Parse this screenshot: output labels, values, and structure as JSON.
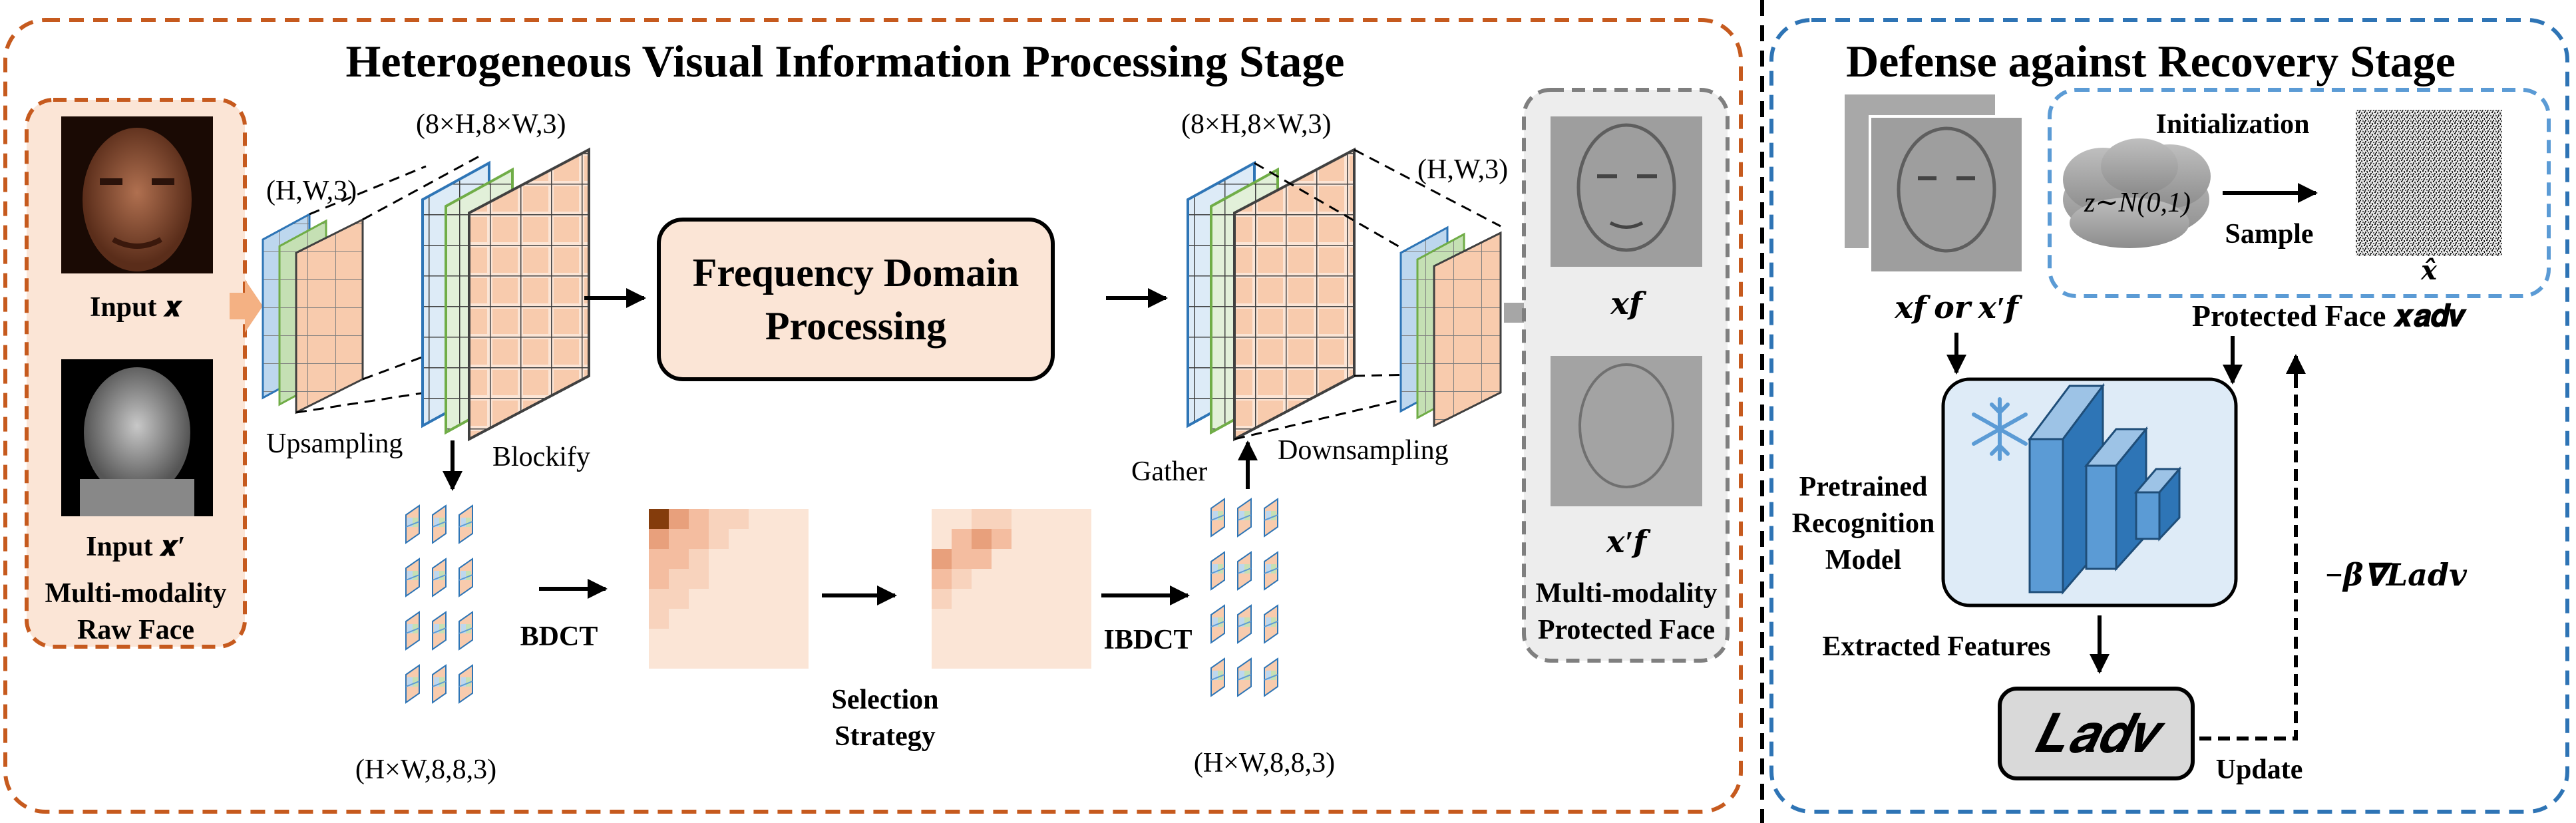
{
  "stage1": {
    "title": "Heterogeneous Visual Information Processing Stage",
    "input_panel": {
      "input_x": "Input 𝒙",
      "input_xprime": "Input 𝒙′",
      "caption_line1": "Multi-modality",
      "caption_line2": "Raw Face"
    },
    "labels": {
      "dim_hw3_left": "(H,W,3)",
      "dim_8h8w3_left": "(8×H,8×W,3)",
      "upsampling": "Upsampling",
      "blockify": "Blockify",
      "freq_line1": "Frequency Domain",
      "freq_line2": "Processing",
      "dim_8h8w3_right": "(8×H,8×W,3)",
      "dim_hw3_right": "(H,W,3)",
      "gather": "Gather",
      "downsampling": "Downsampling",
      "bdct": "BDCT",
      "ibdct": "IBDCT",
      "selection_line1": "Selection",
      "selection_line2": "Strategy",
      "dim_hw883_left": "(H×W,8,8,3)",
      "dim_hw883_right": "(H×W,8,8,3)"
    },
    "output_panel": {
      "xf": "𝒙𝒇",
      "xf_prime": "𝒙′𝒇",
      "caption_line1": "Multi-modality",
      "caption_line2": "Protected Face"
    }
  },
  "stage2": {
    "title": "Defense against Recovery Stage",
    "labels": {
      "initialization": "Initialization",
      "noise_dist": "z∼N(0,1)",
      "sample": "Sample",
      "x_hat": "𝒙̂",
      "xf_or_xfprime": "𝒙𝒇 𝒐𝒓 𝒙′𝒇",
      "protected_face": "Protected Face 𝒙𝒂𝒅𝒗",
      "pretrained_line1": "Pretrained",
      "pretrained_line2": "Recognition",
      "pretrained_line3": "Model",
      "extracted_features": "Extracted Features",
      "loss": "𝑳𝒂𝒅𝒗",
      "update": "Update",
      "gradient": "−𝜷𝛁𝑳𝒂𝒅𝒗"
    }
  },
  "colors": {
    "orange_border": "#c65a1e",
    "blue_border": "#2e74b5",
    "light_blue_border": "#5b9bd5",
    "peach_fill": "#fbe5d6",
    "grid_blue": "#bdd7ee",
    "grid_green": "#c5e0b4",
    "grid_peach": "#f8cbad",
    "gray_panel": "#ededed",
    "model_fill": "#deebf7",
    "loss_fill": "#d9d9d9"
  }
}
